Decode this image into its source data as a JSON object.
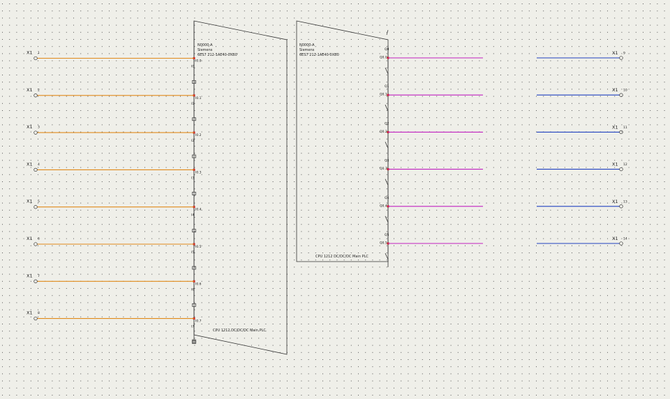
{
  "colors": {
    "background": "#efefe9",
    "grid_dot": "#555555",
    "input_wire": "#e08a1a",
    "output_wire_left": "#c020c0",
    "output_wire_right": "#2040c0",
    "outline": "#333333",
    "connection_dot": "#cc2222"
  },
  "input_terminals": [
    {
      "strip": "X1",
      "num": "1"
    },
    {
      "strip": "X1",
      "num": "2"
    },
    {
      "strip": "X1",
      "num": "3"
    },
    {
      "strip": "X1",
      "num": "4"
    },
    {
      "strip": "X1",
      "num": "5"
    },
    {
      "strip": "X1",
      "num": "6"
    },
    {
      "strip": "X1",
      "num": "7"
    },
    {
      "strip": "X1",
      "num": "8"
    }
  ],
  "output_terminals": [
    {
      "strip": "X1",
      "num": "9"
    },
    {
      "strip": "X1",
      "num": "10"
    },
    {
      "strip": "X1",
      "num": "11"
    },
    {
      "strip": "X1",
      "num": "12"
    },
    {
      "strip": "X1",
      "num": "13"
    },
    {
      "strip": "X1",
      "num": "14"
    }
  ],
  "input_module": {
    "header": [
      "N0000-A",
      "Siemens",
      "6ES7 212-1AE40-0XB0"
    ],
    "footer": "CPU 1212 DC/DC/DC Main PLC",
    "pins": [
      "I0.0",
      "I0.1",
      "I0.2",
      "I0.3",
      "I0.4",
      "I0.5",
      "I0.6",
      "I0.7"
    ],
    "channel_labels": [
      "I0",
      "I1",
      "I2",
      "I3",
      "I4",
      "I5",
      "I6",
      "I7"
    ]
  },
  "output_module": {
    "header": [
      "N0000-A",
      "Siemens",
      "6ES7 212-1AE40-0XB0"
    ],
    "footer": "CPU 1212 DC/DC/DC Main PLC",
    "pins": [
      "Q0.0",
      "Q0.1",
      "Q0.2",
      "Q0.3",
      "Q0.4",
      "Q0.5"
    ],
    "channel_labels": [
      "Q0",
      "Q1",
      "Q2",
      "Q3",
      "Q4",
      "Q5"
    ]
  }
}
